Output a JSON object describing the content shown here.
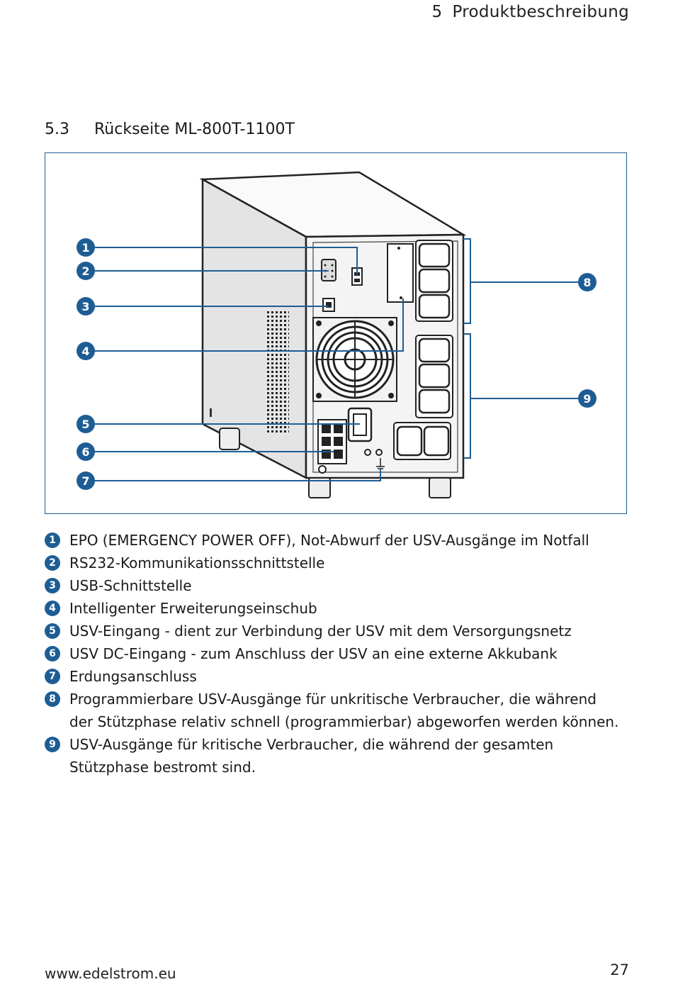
{
  "header": {
    "chapter_number": "5",
    "chapter_title": "Produktbeschreibung"
  },
  "section": {
    "number": "5.3",
    "title": "Rückseite ML-800T-1100T"
  },
  "figure": {
    "accent_color": "#1e5d94",
    "callouts": [
      "1",
      "2",
      "3",
      "4",
      "5",
      "6",
      "7",
      "8",
      "9"
    ]
  },
  "legend": [
    {
      "number": "1",
      "lines": [
        "EPO (EMERGENCY POWER OFF), Not-Abwurf der USV-Ausgänge im Notfall"
      ]
    },
    {
      "number": "2",
      "lines": [
        "RS232-Kommunikationsschnittstelle"
      ]
    },
    {
      "number": "3",
      "lines": [
        "USB-Schnittstelle"
      ]
    },
    {
      "number": "4",
      "lines": [
        "Intelligenter Erweiterungseinschub"
      ]
    },
    {
      "number": "5",
      "lines": [
        "USV-Eingang - dient zur Verbindung der USV mit dem Versorgungsnetz"
      ]
    },
    {
      "number": "6",
      "lines": [
        "USV DC-Eingang - zum Anschluss der USV an eine externe Akkubank"
      ]
    },
    {
      "number": "7",
      "lines": [
        "Erdungsanschluss"
      ]
    },
    {
      "number": "8",
      "lines": [
        "Programmierbare USV-Ausgänge für unkritische Verbraucher, die während",
        "der Stützphase relativ schnell (programmierbar) abgeworfen werden können."
      ]
    },
    {
      "number": "9",
      "lines": [
        "USV-Ausgänge für kritische Verbraucher, die während der gesamten",
        "Stützphase bestromt sind."
      ]
    }
  ],
  "footer": {
    "url": "www.edelstrom.eu",
    "page_number": "27"
  }
}
